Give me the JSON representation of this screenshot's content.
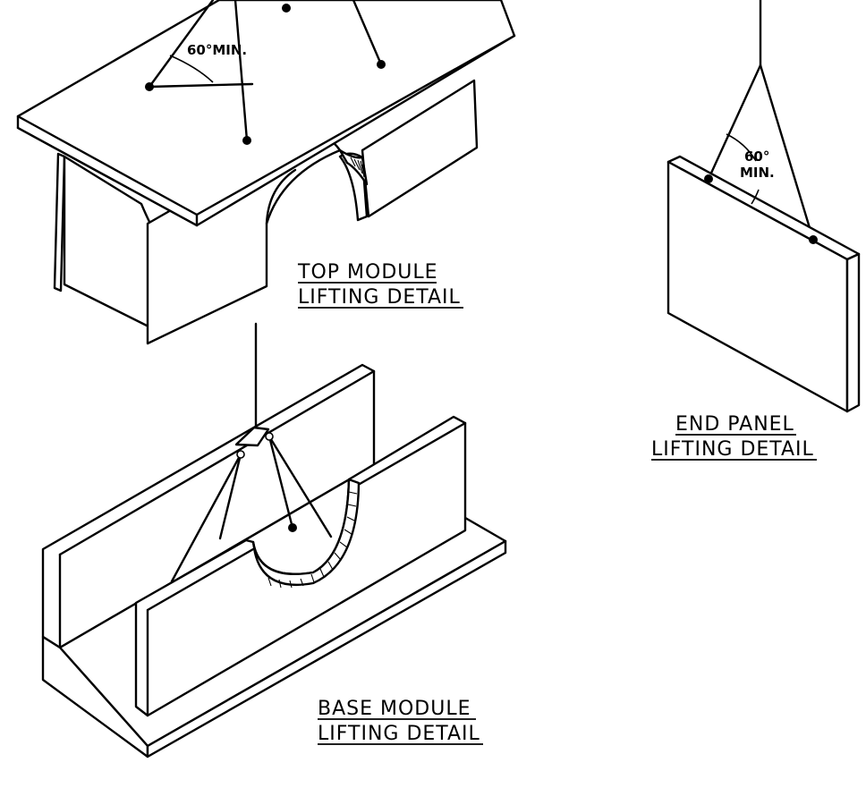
{
  "labels": {
    "top_module": [
      "TOP MODULE",
      "LIFTING DETAIL"
    ],
    "end_panel": [
      "END PANEL",
      "LIFTING DETAIL"
    ],
    "base_module": [
      "BASE MODULE",
      "LIFTING DETAIL"
    ]
  },
  "angles": {
    "top_module": "60°MIN.",
    "end_panel_value": "60°",
    "end_panel_unit": "MIN."
  }
}
